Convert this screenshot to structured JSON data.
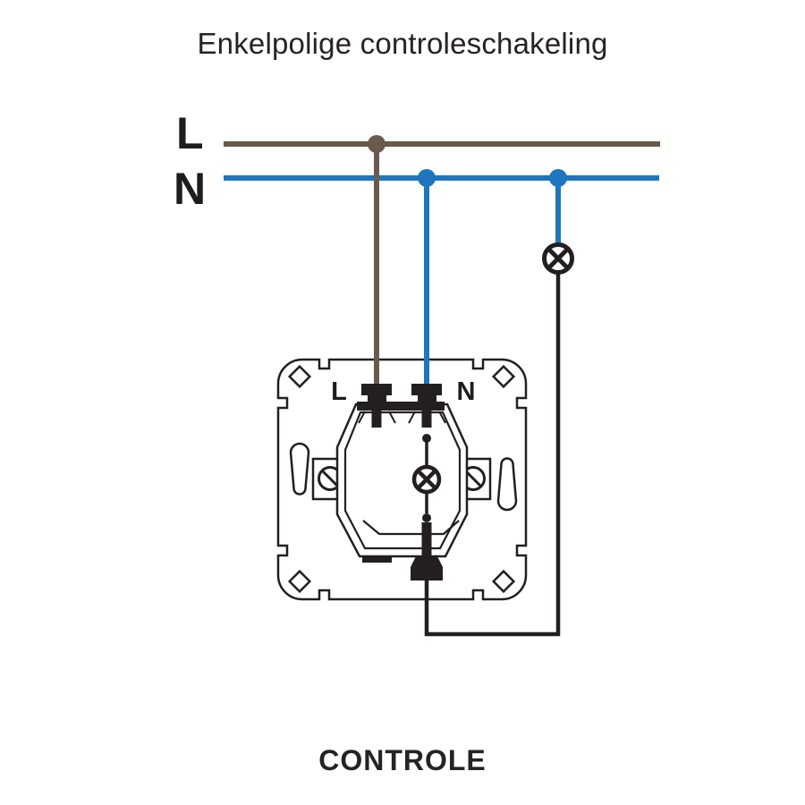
{
  "title": "Enkelpolige controleschakeling",
  "caption": "CONTROLE",
  "power_lines": {
    "live_label": "L",
    "neutral_label": "N"
  },
  "switch": {
    "terminal_live_label": "L",
    "terminal_neutral_label": "N"
  },
  "icons": {
    "lamp_symbol": "circle with diagonal cross ⊗",
    "screw_symbol": "circle with slash ⊘",
    "junction_dot": "filled circle ●"
  },
  "colors": {
    "live_wire": "#6a5a4c",
    "neutral_wire": "#1d76be",
    "switched_wire": "#231f20",
    "outline": "#231f20",
    "text": "#262321",
    "background": "#ffffff"
  }
}
